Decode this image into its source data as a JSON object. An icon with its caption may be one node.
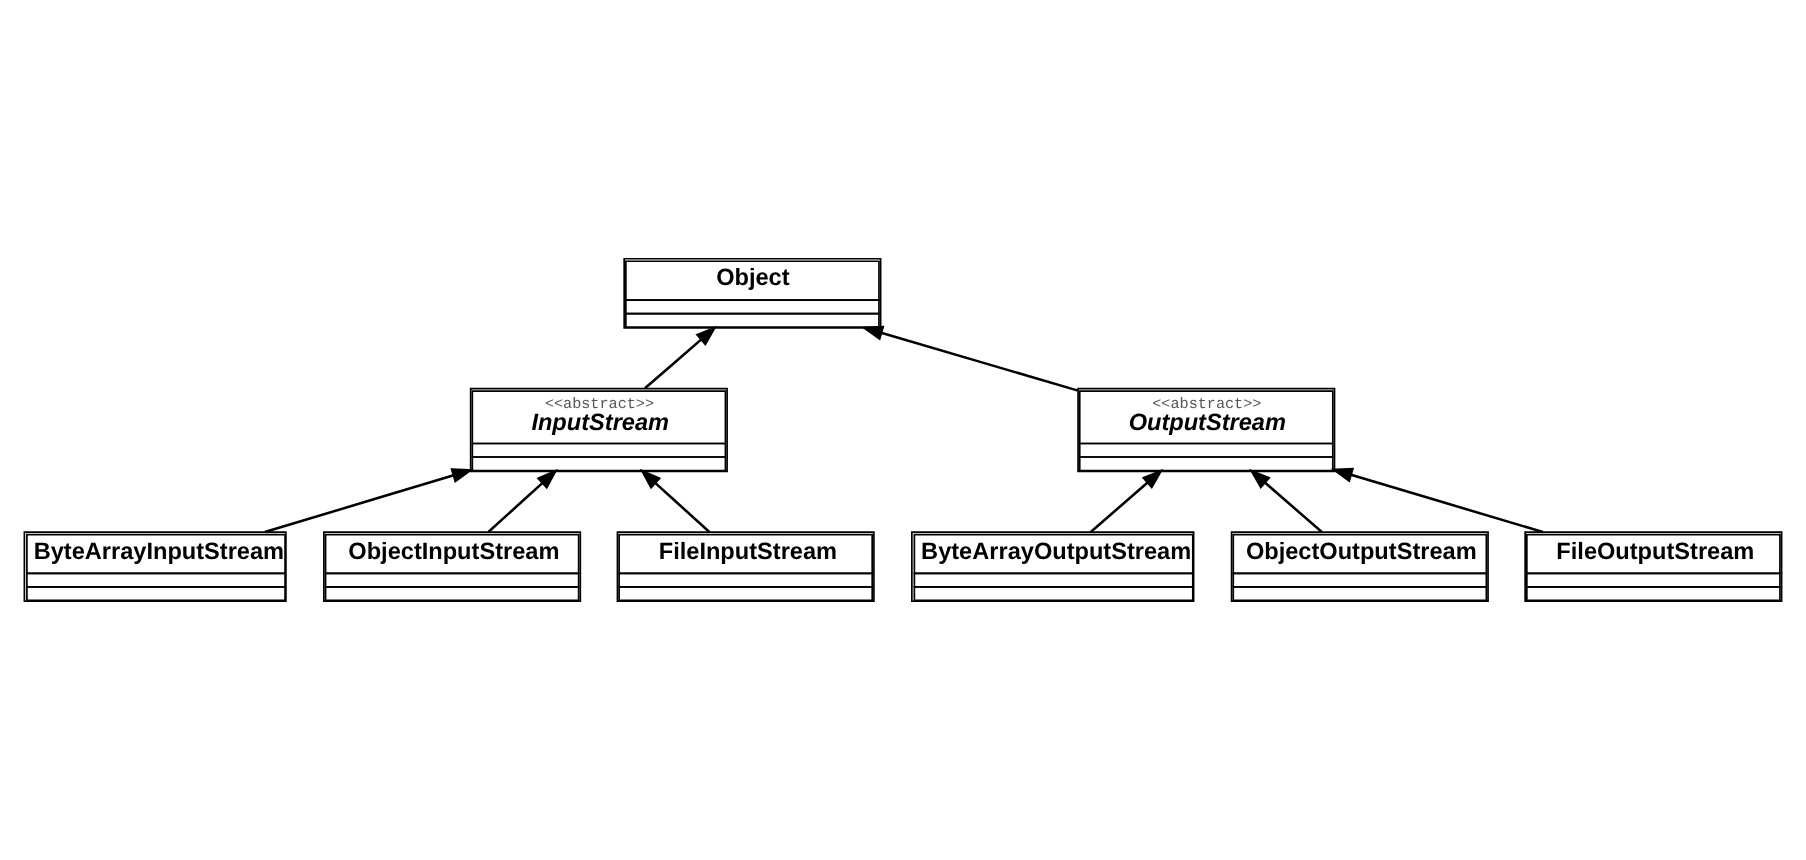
{
  "diagram": {
    "nodes": [
      {
        "text": [
          "Object"
        ]
      },
      {
        "text": [
          "<<abstract>>",
          "InputStream"
        ]
      },
      {
        "text": [
          "ByteArrayInputStream"
        ]
      },
      {
        "text": [
          "ObjectInputStream"
        ]
      },
      {
        "text": [
          "FileInputStream"
        ]
      },
      {
        "text": [
          "<<abstract>>",
          "OutputStream"
        ]
      },
      {
        "text": [
          "ByteArrayOutputStream"
        ]
      },
      {
        "text": [
          "ObjectOutputStream"
        ]
      },
      {
        "text": [
          "FileOutputStream"
        ]
      }
    ],
    "edges": [
      {
        "from": 1,
        "to": 0,
        "arrow": "to"
      },
      {
        "from": 5,
        "to": 0,
        "arrow": "to"
      },
      {
        "from": 2,
        "to": 1,
        "arrow": "to"
      },
      {
        "from": 3,
        "to": 1,
        "arrow": "to"
      },
      {
        "from": 4,
        "to": 1,
        "arrow": "to"
      },
      {
        "from": 6,
        "to": 5,
        "arrow": "to"
      },
      {
        "from": 7,
        "to": 5,
        "arrow": "to"
      },
      {
        "from": 8,
        "to": 5,
        "arrow": "to"
      }
    ]
  }
}
